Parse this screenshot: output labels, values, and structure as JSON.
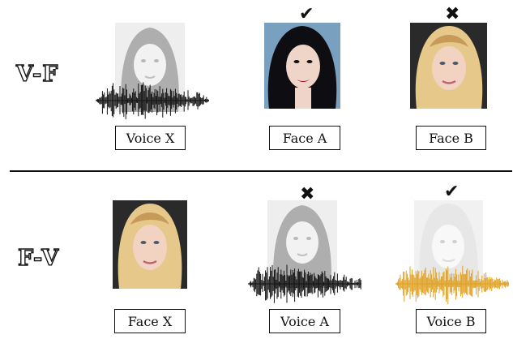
{
  "rows": {
    "vf": {
      "label": "V-F",
      "query": {
        "caption": "Voice X"
      },
      "option_a": {
        "caption": "Face A",
        "mark": "✔",
        "result": "correct"
      },
      "option_b": {
        "caption": "Face B",
        "mark": "✖",
        "result": "incorrect"
      }
    },
    "fv": {
      "label": "F-V",
      "query": {
        "caption": "Face X"
      },
      "option_a": {
        "caption": "Voice A",
        "mark": "✖",
        "result": "incorrect"
      },
      "option_b": {
        "caption": "Voice B",
        "mark": "✔",
        "result": "correct"
      }
    }
  },
  "colors": {
    "waveform_default": "#111111",
    "waveform_highlight": "#e0a020",
    "dark_hair_face": "#0d0d12",
    "blonde_hair_face": "#e6c88a"
  },
  "icons": {
    "correct": "check-mark-icon",
    "incorrect": "cross-mark-icon"
  }
}
